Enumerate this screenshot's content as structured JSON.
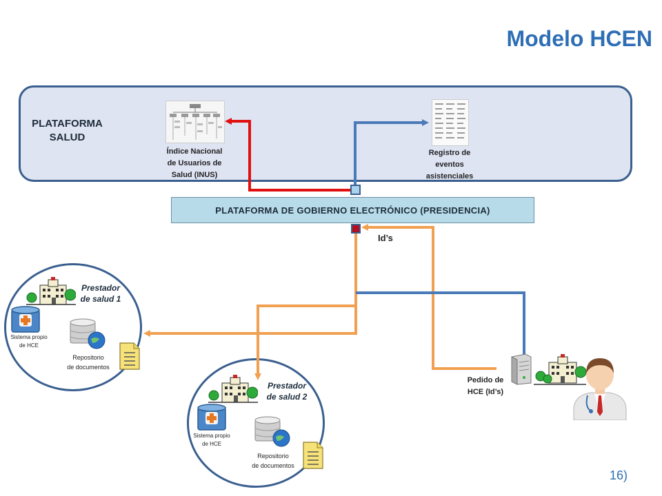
{
  "title": "Modelo HCEN",
  "platform_salud": {
    "label_line1": "PLATAFORMA",
    "label_line2": "SALUD"
  },
  "inus": {
    "label_line1": "Índice Nacional",
    "label_line2": "de Usuarios de",
    "label_line3": "Salud (INUS)"
  },
  "registro": {
    "label_line1": "Registro de",
    "label_line2": "eventos",
    "label_line3": "asistenciales"
  },
  "gov_platform": {
    "label": "PLATAFORMA DE GOBIERNO ELECTRÓNICO (PRESIDENCIA)"
  },
  "ids_label": "Id’s",
  "provider1": {
    "name_line1": "Prestador",
    "name_line2": "de salud 1",
    "system_line1": "Sistema propio",
    "system_line2": "de HCE",
    "repo_line1": "Repositorio",
    "repo_line2": "de documentos"
  },
  "provider2": {
    "name_line1": "Prestador",
    "name_line2": "de salud 2",
    "system_line1": "Sistema propio",
    "system_line2": "de HCE",
    "repo_line1": "Repositorio",
    "repo_line2": "de documentos"
  },
  "request": {
    "label_line1": "Pedido de",
    "label_line2": "HCE (Id’s)"
  },
  "page_number": "16)",
  "colors": {
    "title": "#2e6eb5",
    "red_arrow": "#e01010",
    "blue_line": "#4a7ab8",
    "orange_line": "#f0a050",
    "platform_fill": "#dfe4f3",
    "gov_fill": "#b7dbe8"
  }
}
